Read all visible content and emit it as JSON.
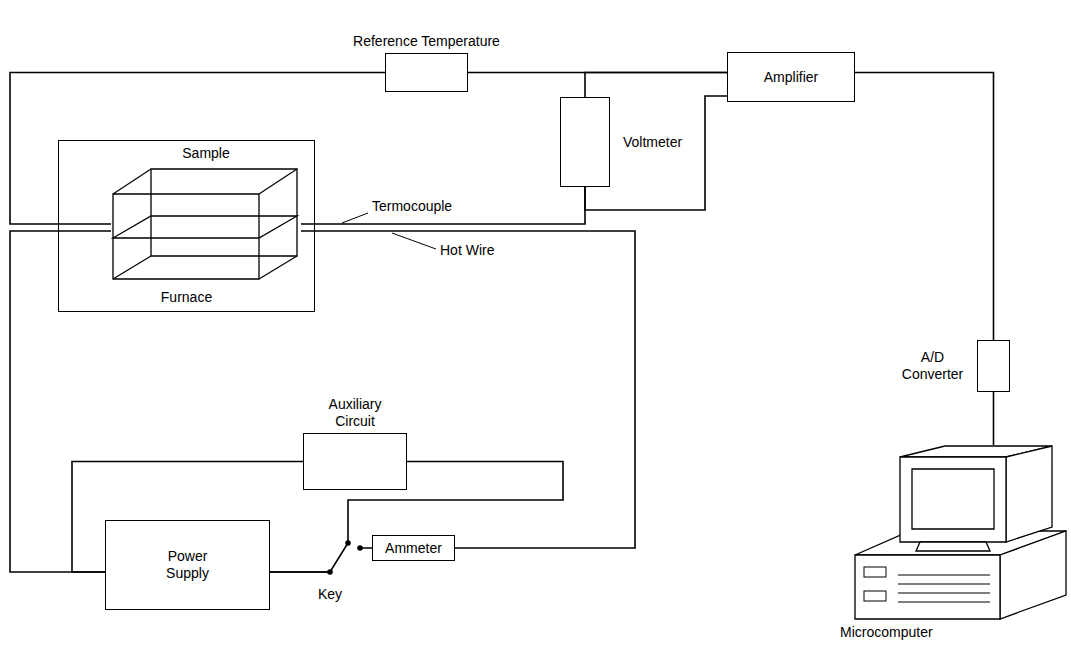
{
  "diagram": {
    "nodes": [
      {
        "text": [
          "Reference Temperature"
        ]
      },
      {
        "text": [
          "Amplifier"
        ]
      },
      {
        "text": [
          "Furnace"
        ]
      },
      {
        "text": [
          "Sample"
        ],
        "in": 2
      },
      {
        "text": [
          "Voltmeter"
        ]
      },
      {
        "text": [
          "Auxiliary Circuit"
        ]
      },
      {
        "text": [
          "Power Supply"
        ]
      },
      {
        "text": [
          "Ammeter"
        ]
      },
      {
        "text": [
          "A/D Converter"
        ]
      },
      {
        "text": [
          "Microcomputer"
        ]
      }
    ],
    "edges": [
      {
        "from": 3,
        "to": 0,
        "arrow": "none"
      },
      {
        "from": 0,
        "to": 1,
        "arrow": "none"
      },
      {
        "from": 4,
        "to": 1,
        "arrow": "none"
      },
      {
        "from": 3,
        "to": 4,
        "arrow": "none"
      },
      {
        "from": 4,
        "to": 1,
        "arrow": "none"
      },
      {
        "from": 1,
        "to": 8,
        "arrow": "none"
      },
      {
        "from": 8,
        "to": 9,
        "arrow": "none"
      },
      {
        "from": 3,
        "to": 7,
        "arrow": "none"
      },
      {
        "from": 3,
        "to": 6,
        "arrow": "none"
      },
      {
        "from": 6,
        "to": 5,
        "arrow": "none"
      },
      {
        "from": 5,
        "to": 6,
        "arrow": "none"
      },
      {
        "from": 6,
        "to": 7,
        "arrow": "none"
      }
    ],
    "labels": [
      "Termocouple",
      "Hot Wire",
      "Key"
    ]
  }
}
